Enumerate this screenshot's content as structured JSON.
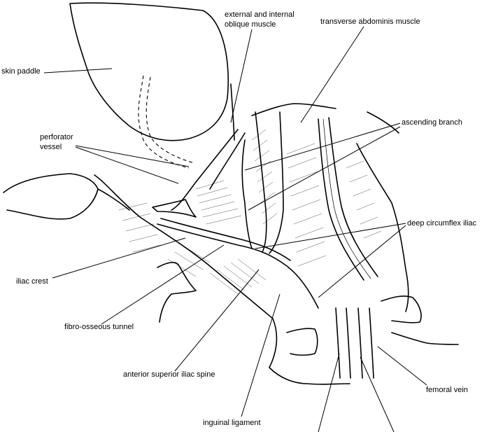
{
  "labels": {
    "external_internal_oblique_line1": "external and internal",
    "external_internal_oblique_line2": "oblique muscle",
    "transverse_abdominis": "transverse abdominis muscle",
    "skin_paddle": "skin paddle",
    "ascending_branch": "ascending branch",
    "perforator_vessel_line1": "perforator",
    "perforator_vessel_line2": "vessel",
    "deep_circumflex_iliac": "deep circumflex iliac",
    "iliac_crest": "iliac crest",
    "fibro_osseous_tunnel": "fibro-osseous tunnel",
    "anterior_superior_iliac_spine": "anterior superior iliac spine",
    "femoral_vein": "femoral vein",
    "inguinal_ligament": "inguinal ligament"
  },
  "colors": {
    "ink": "#000000",
    "background": "#ffffff"
  }
}
